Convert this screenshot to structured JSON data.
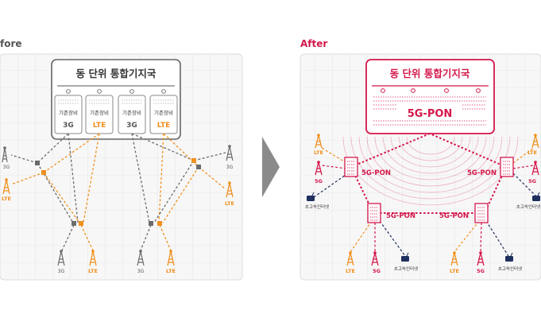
{
  "before": {
    "heading": "fore",
    "hub_title": "동 단위 통합기지국",
    "equipment": [
      {
        "label": "기존장비",
        "tech": "3G"
      },
      {
        "label": "기존장비",
        "tech": "LTE"
      },
      {
        "label": "기존장비",
        "tech": "3G"
      },
      {
        "label": "기존장비",
        "tech": "LTE"
      }
    ],
    "side_left": [
      {
        "tech": "3G"
      },
      {
        "tech": "LTE"
      }
    ],
    "side_right": [
      {
        "tech": "3G"
      },
      {
        "tech": "LTE"
      }
    ],
    "bottom_towers": [
      {
        "tech": "3G"
      },
      {
        "tech": "LTE"
      },
      {
        "tech": "3G"
      },
      {
        "tech": "LTE"
      }
    ]
  },
  "arrow": {
    "icon": "chevron-right-icon"
  },
  "after": {
    "heading": "After",
    "hub_title": "동 단위 통합기지국",
    "hub_label": "5G-PON",
    "nodes": [
      "5G-PON",
      "5G-PON",
      "5G-PON",
      "5G-PON"
    ],
    "left_towers": [
      {
        "tech": "LTE"
      },
      {
        "tech": "5G"
      },
      {
        "tech": "초고속인터넷"
      }
    ],
    "right_towers": [
      {
        "tech": "LTE"
      },
      {
        "tech": "5G"
      },
      {
        "tech": "초고속인터넷"
      }
    ],
    "bottom_towers": [
      {
        "tech": "LTE"
      },
      {
        "tech": "5G"
      },
      {
        "tech": "초고속인터넷"
      },
      {
        "tech": "LTE"
      },
      {
        "tech": "5G"
      },
      {
        "tech": "초고속인터넷"
      }
    ]
  },
  "colors": {
    "accent_red": "#d4174a",
    "orange": "#f0901e",
    "gray": "#6b6b6b",
    "navy": "#1f2f5e",
    "panel_bg": "#f7f7f7",
    "grid": "#e3e3e3"
  }
}
